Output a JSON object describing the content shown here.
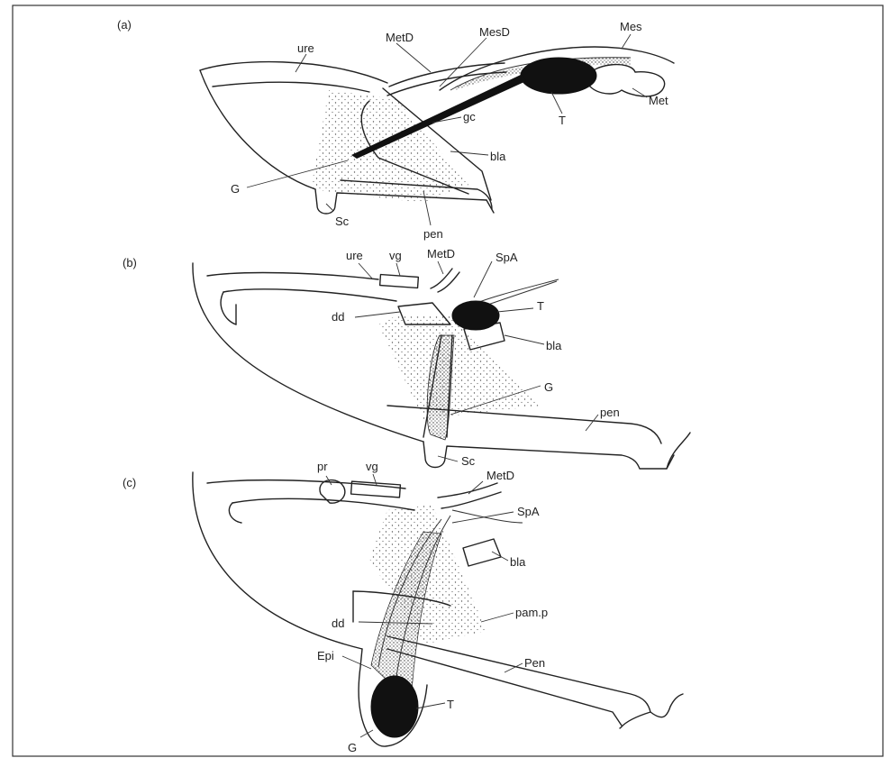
{
  "panels": [
    {
      "id": "a",
      "letter": "(a)",
      "labels": {
        "ure": "ure",
        "metd": "MetD",
        "mesd": "MesD",
        "mes": "Mes",
        "met": "Met",
        "t": "T",
        "gc": "gc",
        "bla": "bla",
        "g": "G",
        "sc": "Sc",
        "pen": "pen"
      }
    },
    {
      "id": "b",
      "letter": "(b)",
      "labels": {
        "ure": "ure",
        "vg": "vg",
        "metd": "MetD",
        "spa": "SpA",
        "t": "T",
        "dd": "dd",
        "bla": "bla",
        "g": "G",
        "pen": "pen",
        "sc": "Sc"
      }
    },
    {
      "id": "c",
      "letter": "(c)",
      "labels": {
        "pr": "pr",
        "vg": "vg",
        "metd": "MetD",
        "spa": "SpA",
        "bla": "bla",
        "dd": "dd",
        "pamp": "pam.p",
        "pen": "Pen",
        "epi": "Epi",
        "t": "T",
        "g": "G"
      }
    }
  ],
  "colors": {
    "line": "#222222",
    "fill_black": "#111111",
    "frame": "#333333"
  }
}
